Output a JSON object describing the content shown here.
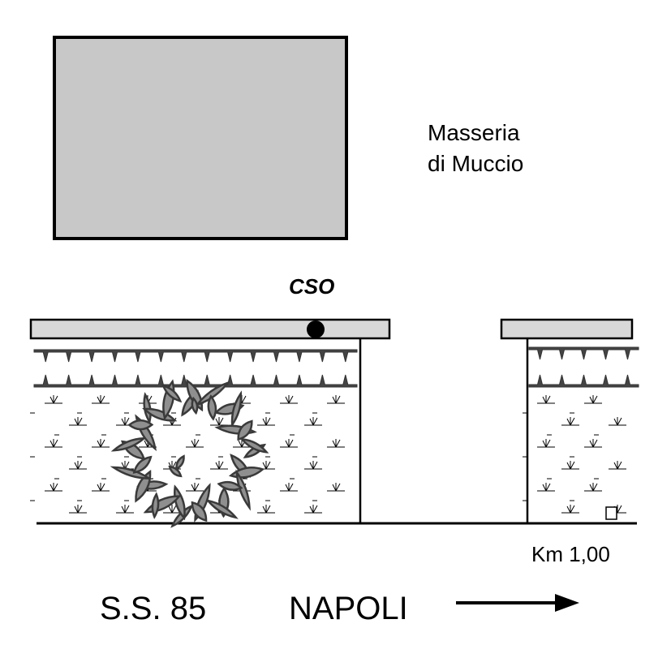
{
  "building": {
    "name_line1": "Masseria",
    "name_line2": "di Muccio"
  },
  "marker": {
    "label": "CSO"
  },
  "milestone": {
    "label": "Km 1,00"
  },
  "road": {
    "name": "S.S. 85"
  },
  "direction": {
    "label": "NAPOLI",
    "icon": "arrow-right-icon"
  },
  "colors": {
    "building_fill": "#c8c8c8",
    "road_fill": "#d8d8d8",
    "shrub_fill": "#8f8f8f",
    "line": "#000000"
  }
}
